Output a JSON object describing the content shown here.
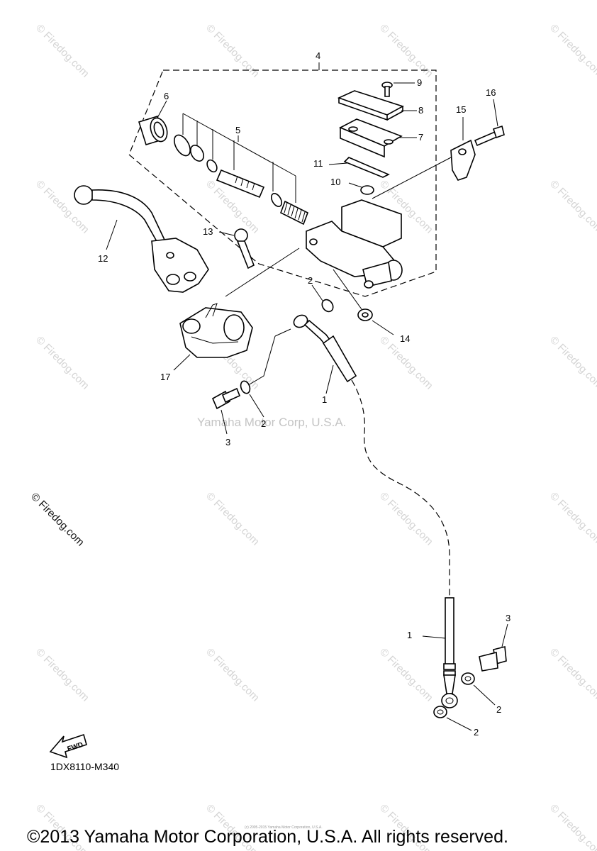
{
  "watermark": {
    "text": "© Firedog.com",
    "center_text": "Yamaha Motor Corp, U.S.A.",
    "dark_text": "© Firedog.com"
  },
  "callouts": {
    "c1_top": "1",
    "c1_bottom": "1",
    "c2_a": "2",
    "c2_b": "2",
    "c2_c": "2",
    "c2_d": "2",
    "c3_a": "3",
    "c3_b": "3",
    "c4": "4",
    "c5": "5",
    "c6": "6",
    "c7": "7",
    "c8": "8",
    "c9": "9",
    "c10": "10",
    "c11": "11",
    "c12": "12",
    "c13": "13",
    "c14": "14",
    "c15": "15",
    "c16": "16",
    "c17": "17"
  },
  "fwd_label": "FWD",
  "diagram_code": "1DX8110-M340",
  "small_print": "(c) 2005-2015 Yamaha Motor Corporation, U.S.A.",
  "copyright": "©2013 Yamaha Motor Corporation, U.S.A. All rights reserved."
}
